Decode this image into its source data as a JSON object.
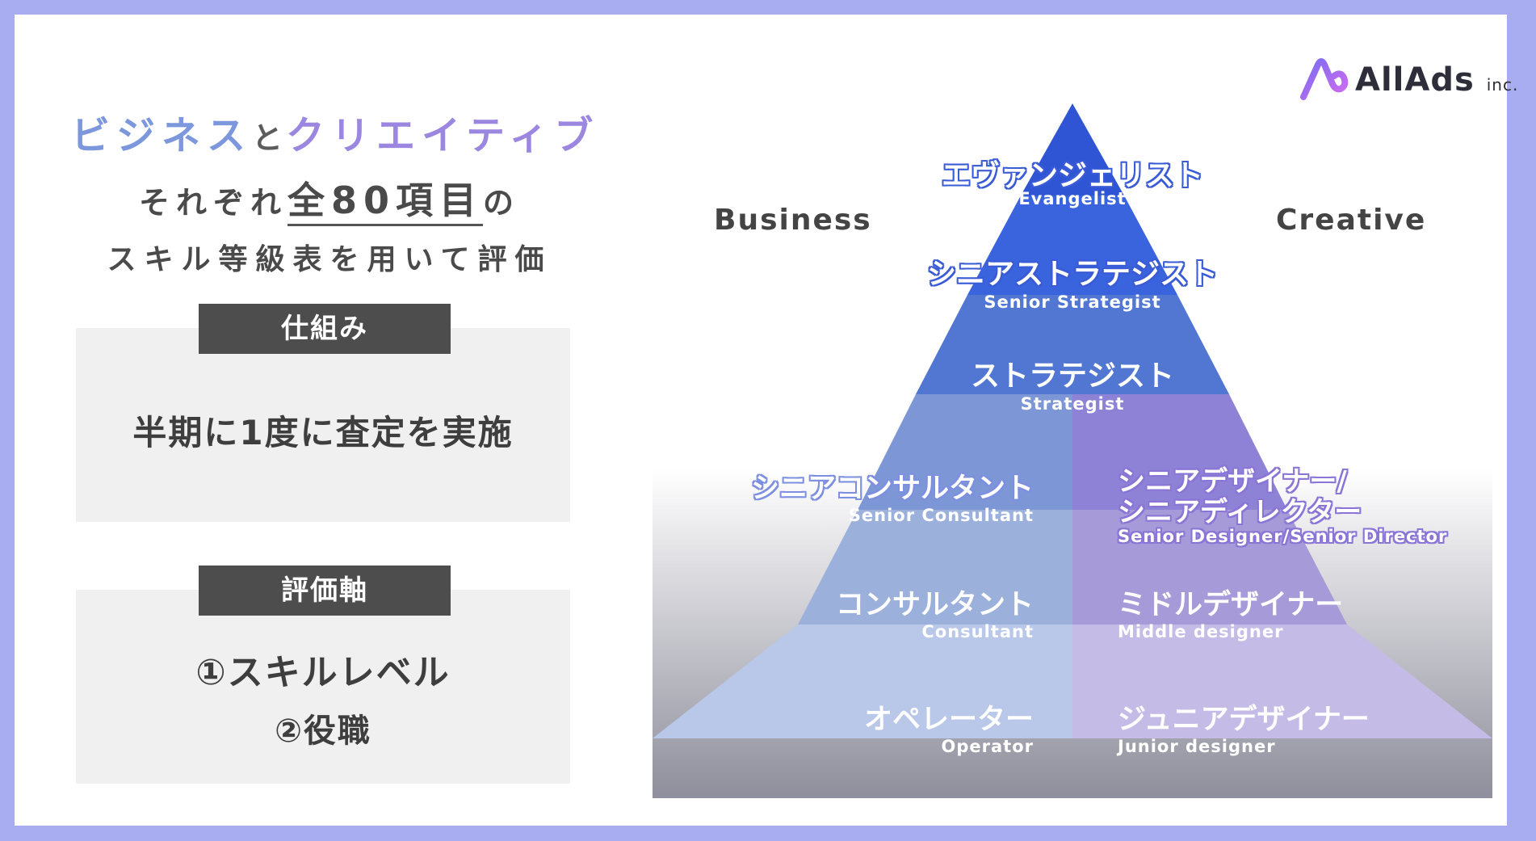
{
  "logo": {
    "name": "AllAds",
    "suffix": "inc."
  },
  "headline": {
    "business": "ビジネス",
    "to": "と",
    "creative": "クリエイティブ",
    "line2_pre": "それぞれ",
    "line2_em": "全80項目",
    "line2_post": "の",
    "line3": "スキル等級表を用いて評価"
  },
  "mechanism": {
    "label": "仕組み",
    "text": "半期に1度に査定を実施"
  },
  "axes": {
    "label": "評価軸",
    "items": [
      "①スキルレベル",
      "②役職"
    ]
  },
  "pyramid": {
    "business_label": "Business",
    "creative_label": "Creative",
    "colors": {
      "tier1": "#2f55d4",
      "tier2": "#3a63de",
      "tier3": "#5177d2",
      "business4": "#7d97d6",
      "creative4": "#8d82d6",
      "business5": "#9cb0dc",
      "creative5": "#a69ad8",
      "business6": "#b9c7e8",
      "creative6": "#c4bce6"
    },
    "tiers": [
      {
        "ja": "エヴァンジェリスト",
        "en": "Evangelist"
      },
      {
        "ja": "シニアストラテジスト",
        "en": "Senior Strategist"
      },
      {
        "ja": "ストラテジスト",
        "en": "Strategist"
      }
    ],
    "split_tiers": [
      {
        "business": {
          "ja": "シニアコンサルタント",
          "en": "Senior Consultant"
        },
        "creative": {
          "ja_line1": "シニアデザイナー/",
          "ja_line2": "シニアディレクター",
          "en": "Senior Designer/Senior Director"
        }
      },
      {
        "business": {
          "ja": "コンサルタント",
          "en": "Consultant"
        },
        "creative": {
          "ja": "ミドルデザイナー",
          "en": "Middle designer"
        }
      },
      {
        "business": {
          "ja": "オペレーター",
          "en": "Operator"
        },
        "creative": {
          "ja": "ジュニアデザイナー",
          "en": "Junior designer"
        }
      }
    ]
  }
}
